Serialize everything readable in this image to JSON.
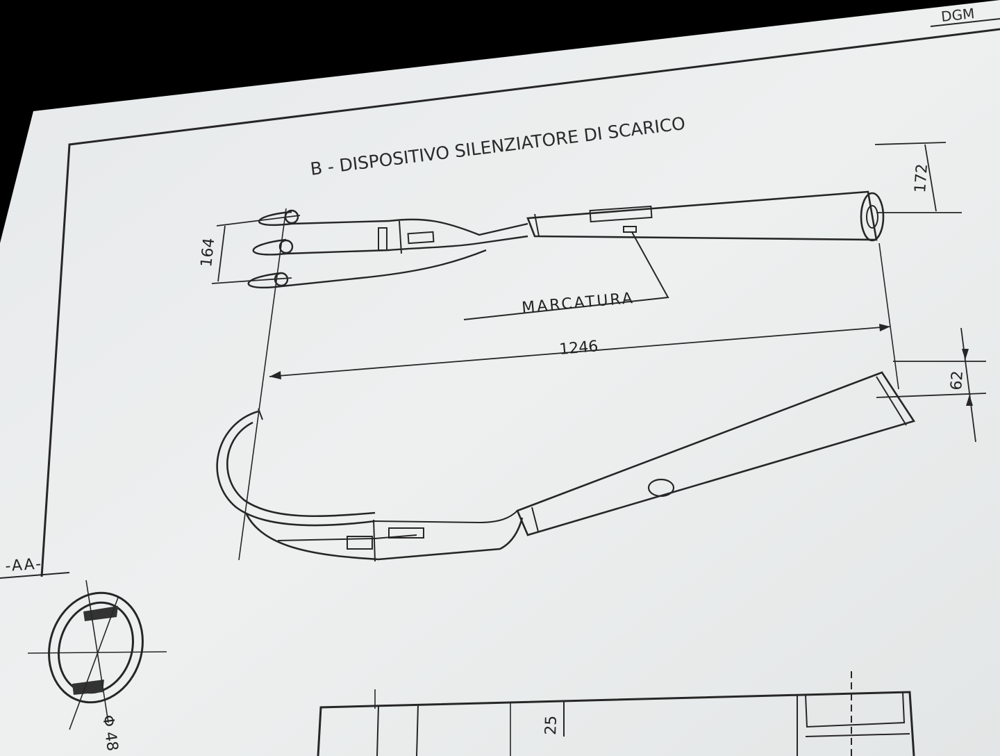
{
  "sheet": {
    "header_code": "DGM",
    "title": "B - DISPOSITIVO SILENZIATORE DI SCARICO",
    "marking_label": "MARCATURA",
    "section_label": "-AA-"
  },
  "dimensions": {
    "outlet_height": "172",
    "inlet_spacing": "164",
    "overall_length": "1246",
    "outlet_offset": "62",
    "pipe_diameter": "Φ 48",
    "flange_height": "25"
  },
  "colors": {
    "background": "#000000",
    "paper": "#ebeeee",
    "ink": "#262626"
  }
}
